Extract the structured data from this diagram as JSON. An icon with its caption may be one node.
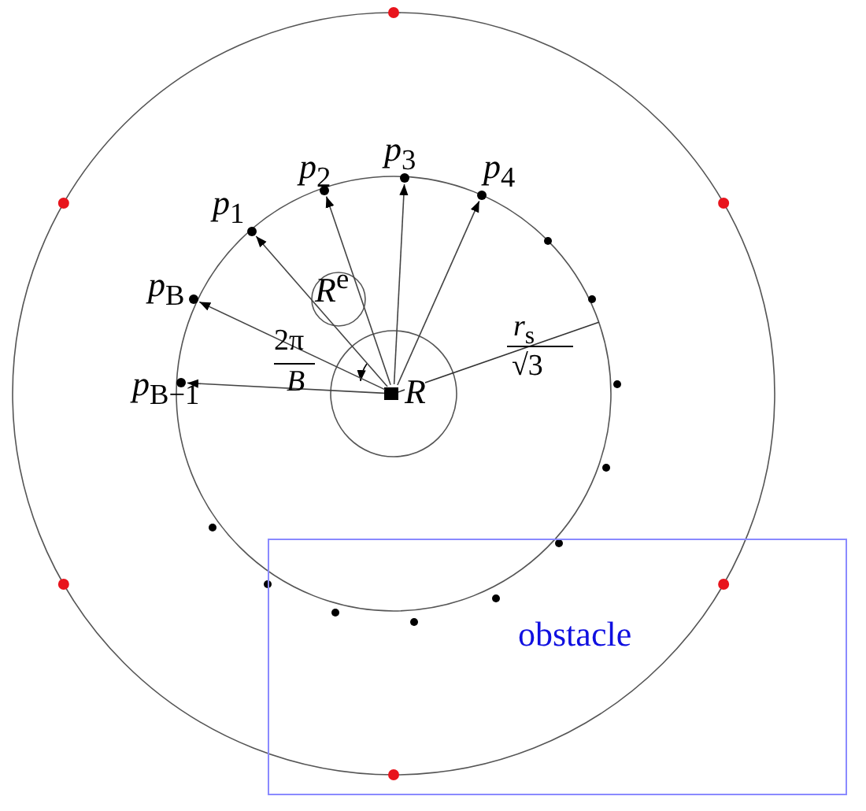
{
  "diagram": {
    "nodes": [
      {
        "text": [
          "R"
        ]
      },
      {
        "text": [],
        "shape": "circle",
        "beside": [
          "*p*$_{B−1}$"
        ]
      },
      {
        "text": [],
        "shape": "circle",
        "beside": [
          "*p*$_{B}$"
        ]
      },
      {
        "text": [],
        "shape": "circle",
        "beside": [
          "*p*$_{1}$"
        ]
      },
      {
        "text": [],
        "shape": "circle",
        "beside": [
          "*p*$_{2}$"
        ]
      },
      {
        "text": [],
        "shape": "circle",
        "beside": [
          "*p*$_{3}$"
        ]
      },
      {
        "text": [],
        "shape": "circle",
        "beside": [
          "*p*$_{4}$"
        ]
      },
      {
        "text": [
          "*R*$^{e}$"
        ]
      },
      {
        "text": [
          "obstacle"
        ]
      }
    ],
    "edges": [
      {
        "from": 0,
        "to": 1,
        "arrow": "to"
      },
      {
        "from": 0,
        "to": 2,
        "arrow": "to"
      },
      {
        "from": 0,
        "to": 3,
        "arrow": "to"
      },
      {
        "from": 0,
        "to": 4,
        "arrow": "to"
      },
      {
        "from": 0,
        "to": 5,
        "arrow": "to"
      },
      {
        "from": 0,
        "to": 6,
        "arrow": "to"
      }
    ],
    "labels": [
      "2π",
      "*B*",
      "*r*$_{s}$",
      "√3"
    ]
  }
}
